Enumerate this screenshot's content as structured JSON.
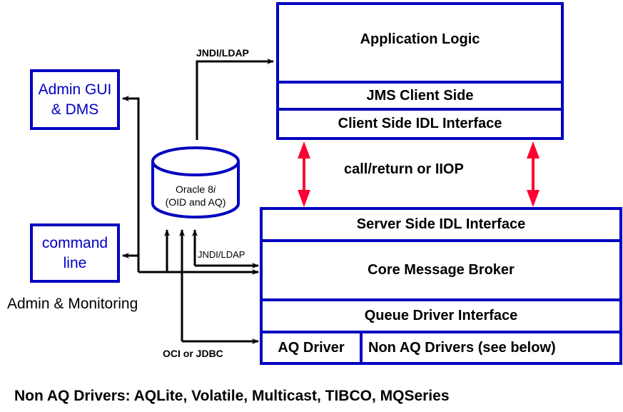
{
  "colors": {
    "box_border": "#0000c0",
    "box_text_blue": "#0000c0",
    "arrow_red": "#ff0033",
    "line_black": "#000000"
  },
  "client": {
    "application_logic": "Application Logic",
    "jms_client_side": "JMS Client Side",
    "client_idl": "Client Side IDL Interface"
  },
  "server": {
    "server_idl": "Server Side IDL Interface",
    "core_broker": "Core Message Broker",
    "queue_driver_interface": "Queue Driver Interface",
    "aq_driver": "AQ Driver",
    "non_aq_drivers": "Non AQ Drivers (see below)"
  },
  "admin": {
    "gui_line1": "Admin GUI",
    "gui_line2": "& DMS",
    "cmd_line1": "command",
    "cmd_line2": "line",
    "caption": "Admin & Monitoring"
  },
  "database": {
    "line1_prefix": "Oracle 8",
    "line1_italic": "i",
    "line2": "(OID and AQ)"
  },
  "labels": {
    "jndi_top": "JNDI/LDAP",
    "jndi_bottom": "JNDI/LDAP",
    "oci_jdbc": "OCI or JDBC",
    "call_return": "call/return or IIOP"
  },
  "footnote": "Non AQ Drivers: AQLite, Volatile, Multicast, TIBCO, MQSeries"
}
